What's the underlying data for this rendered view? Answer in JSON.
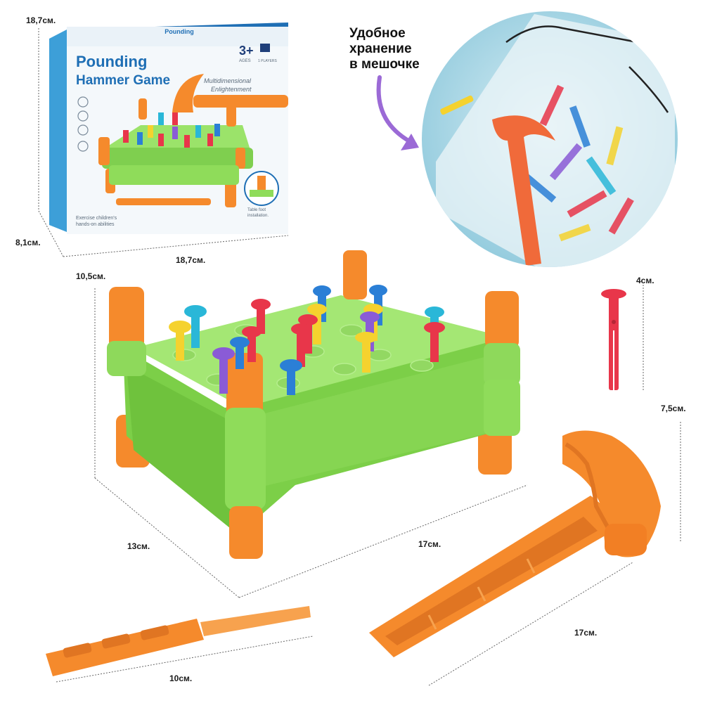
{
  "box": {
    "title_line1": "Pounding",
    "title_line2": "Hammer Game",
    "spine_text": "Pounding",
    "age": "3+",
    "age_label": "AGES",
    "players_label": "1 PLAYERS",
    "tagline_line1": "Multidimensional",
    "tagline_line2": "Enlightenment",
    "bottom_line1": "Exercise children's",
    "bottom_line2": "hands-on abilities",
    "install_line1": "Table foot",
    "install_line2": "installation."
  },
  "dimensions": {
    "box_height": "18,7см.",
    "box_depth": "8,1см.",
    "box_width": "18,7см.",
    "table_height": "10,5см.",
    "table_depth": "13см.",
    "table_width": "17см.",
    "peg_length": "4см.",
    "hammer_height": "7,5см.",
    "hammer_length": "17см.",
    "stick_length": "10см."
  },
  "storage_caption": {
    "line1": "Удобное",
    "line2": "хранение",
    "line3": "в мешочке"
  },
  "colors": {
    "table_green": "#8fdc5a",
    "leg_orange": "#f58a2c",
    "peg_red": "#e8364a",
    "peg_blue": "#2b7fd6",
    "peg_yellow": "#f5d22e",
    "peg_purple": "#8a5bd6",
    "peg_cyan": "#2ab7d8",
    "arrow_purple": "#9b6ad6",
    "box_blue": "#1f6fb5"
  },
  "icons": [
    "arrow-icon",
    "peg-icon",
    "hammer-icon",
    "bag-icon"
  ]
}
